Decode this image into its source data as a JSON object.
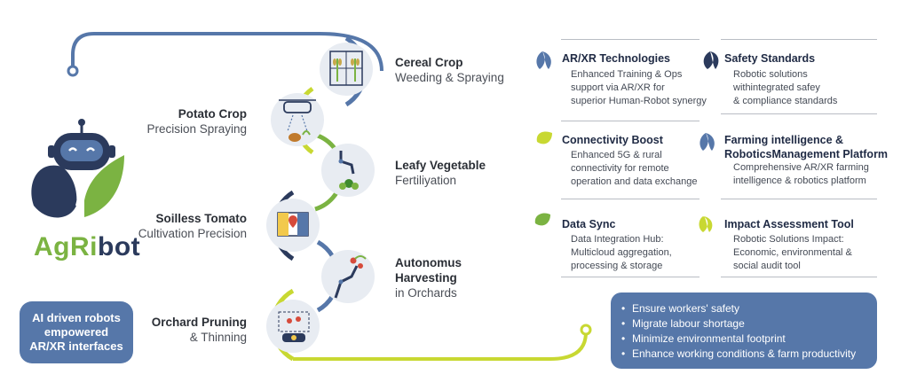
{
  "logo": {
    "part1": "AgRi",
    "part2": "bot"
  },
  "ai_box": {
    "lines": [
      "AI driven robots",
      "empowered",
      "AR/XR interfaces"
    ]
  },
  "stages": [
    {
      "title": "Cereal Crop",
      "subtitle": "Weeding & Spraying",
      "icon": "wheat-field-icon"
    },
    {
      "title": "Potato Crop",
      "subtitle": "Precision Spraying",
      "icon": "drone-potato-icon"
    },
    {
      "title": "Leafy Vegetable",
      "subtitle": "Fertiliyation",
      "icon": "robot-arm-plant-icon"
    },
    {
      "title": "Soilless Tomato",
      "subtitle": "Cultivation Precision",
      "icon": "map-pin-icon"
    },
    {
      "title": "Autonomus",
      "title2": "Harvesting",
      "subtitle": "in Orchards",
      "icon": "harvest-robot-arm-icon"
    },
    {
      "title": "Orchard Pruning",
      "subtitle": "& Thinning",
      "icon": "pruning-robot-icon"
    }
  ],
  "features": [
    {
      "title": "AR/XR Technologies",
      "desc": [
        "Enhanced Training & Ops",
        "support via AR/XR for",
        "superior Human-Robot synergy"
      ],
      "icon": "blue-leaf-icon"
    },
    {
      "title": "Safety Standards",
      "desc": [
        "Robotic solutions",
        "withintegrated safey",
        "& compliance standards"
      ],
      "icon": "navy-leaf-icon"
    },
    {
      "title": "Connectivity Boost",
      "desc": [
        "Enhanced 5G & rural",
        "connectivity for remote",
        "operation and data exchange"
      ],
      "icon": "green-leaf-icon"
    },
    {
      "title": "Farming intelligence &",
      "title2": "RoboticsManagement Platform",
      "desc": [
        "Comprehensive AR/XR farming",
        "intelligence & robotics platform"
      ],
      "icon": "blue-leaf-icon"
    },
    {
      "title": "Data Sync",
      "desc": [
        "Data Integration Hub:",
        "Multicloud aggregation,",
        "processing & storage"
      ],
      "icon": "green-leaf-icon"
    },
    {
      "title": "Impact Assessment Tool",
      "desc": [
        "Robotic Solutions Impact:",
        "Economic, environmental &",
        "social audit tool"
      ],
      "icon": "lime-leaf-icon"
    }
  ],
  "benefits": [
    "Ensure workers' safety",
    "Migrate labour shortage",
    "Minimize environmental footprint",
    "Enhance working conditions & farm productivity"
  ],
  "colors": {
    "blue": "#5677a9",
    "navy": "#2b3a5c",
    "green": "#7bb342",
    "lime": "#c8d832"
  }
}
